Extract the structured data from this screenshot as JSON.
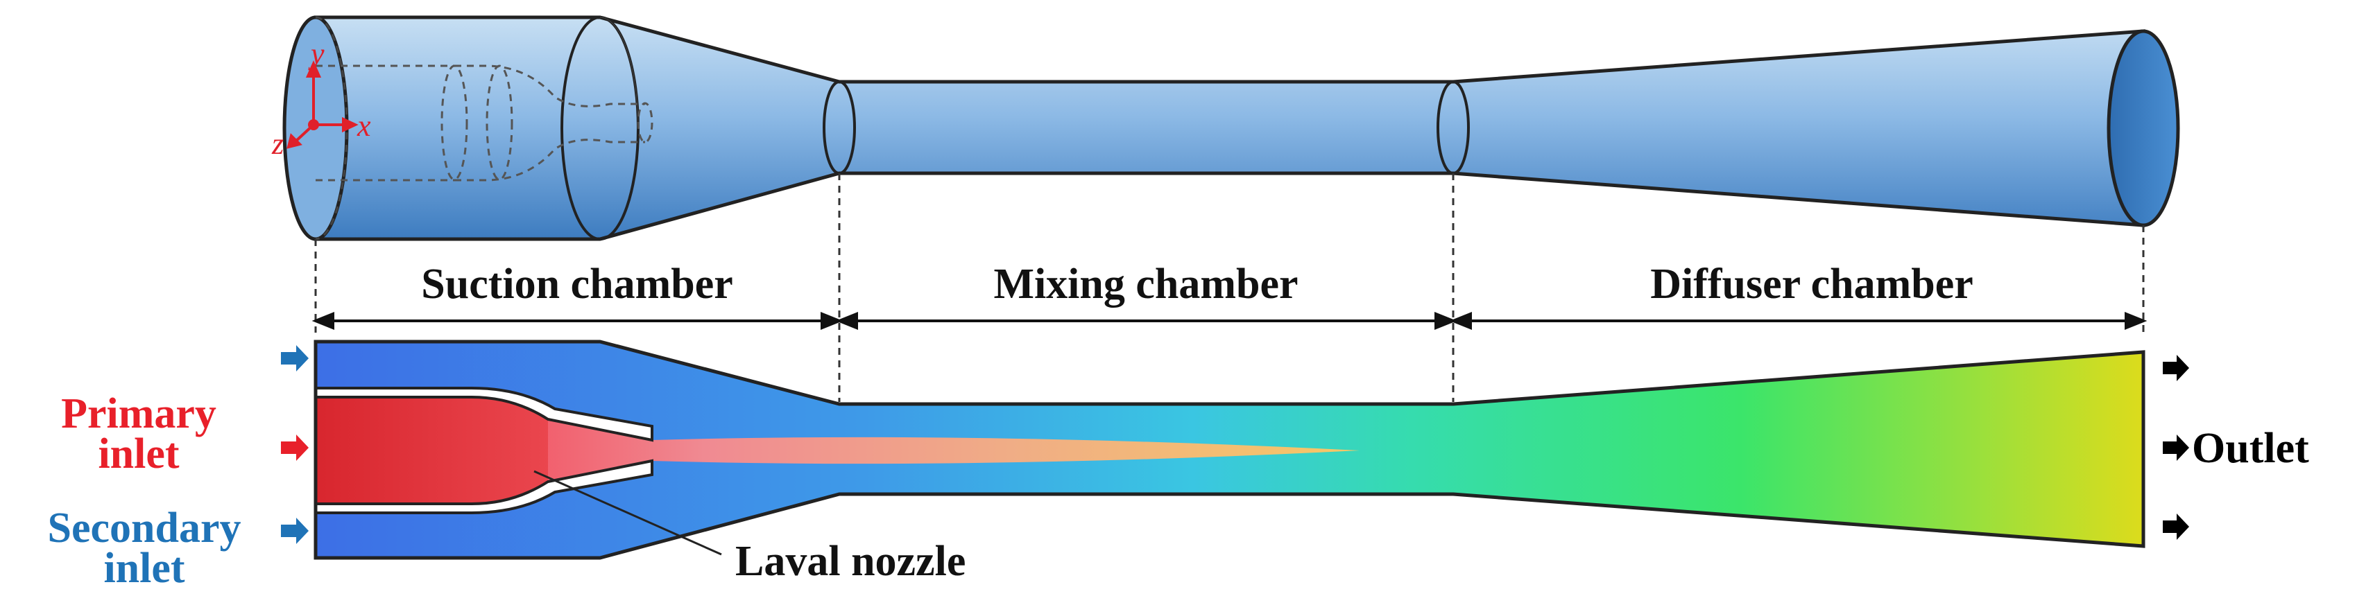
{
  "sections": {
    "suction": "Suction chamber",
    "mixing": "Mixing chamber",
    "diffuser": "Diffuser chamber"
  },
  "ports": {
    "primary_line1": "Primary",
    "primary_line2": "inlet",
    "secondary_line1": "Secondary",
    "secondary_line2": "inlet",
    "outlet": "Outlet"
  },
  "callout": {
    "nozzle": "Laval nozzle"
  },
  "axes": {
    "x": "x",
    "y": "y",
    "z": "z"
  },
  "colors": {
    "body_blue_light": "#bcd7ef",
    "body_blue_dark": "#3a78bd",
    "primary_red": "#e8202a",
    "secondary_blue": "#1f73b7",
    "flow_blue": "#3b8ae8",
    "flow_cyan": "#38cbe0",
    "flow_green": "#35e27a",
    "flow_yellow": "#d9db20",
    "arrow_black": "#000000"
  },
  "icons": {
    "inlet_arrow": "right-arrow-icon",
    "outlet_arrow": "right-arrow-icon",
    "axes": "xyz-axes-icon"
  }
}
